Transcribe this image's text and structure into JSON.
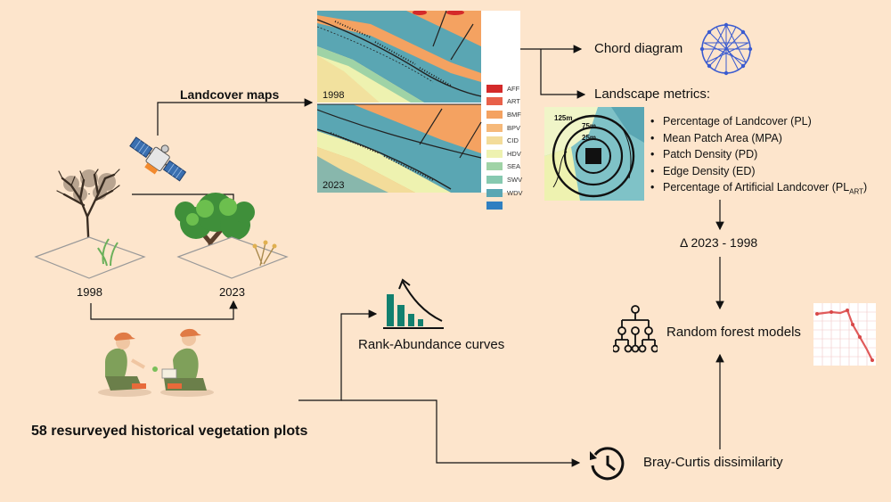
{
  "labels": {
    "landcover_maps": "Landcover maps",
    "chord_diagram": "Chord diagram",
    "landscape_metrics": "Landscape metrics:",
    "delta": "Δ 2023 - 1998",
    "random_forest": "Random forest models",
    "rank_abundance": "Rank-Abundance curves",
    "bray_curtis": "Bray-Curtis dissimilarity",
    "plots": "58 resurveyed historical vegetation plots",
    "year_1998": "1998",
    "year_2023": "2023",
    "map_year_top": "1998",
    "map_year_bottom": "2023"
  },
  "metrics": [
    "Percentage of Landcover (PL)",
    "Mean Patch Area (MPA)",
    "Patch Density (PD)",
    "Edge Density (ED)",
    "Percentage of Artificial Landcover (PL"
  ],
  "metric_subscript": "ART",
  "metric_suffix": ")",
  "buffers": {
    "outer": "125m",
    "middle": "75m",
    "inner": "25m"
  },
  "legend": [
    {
      "code": "AFF",
      "color": "#d42a2a"
    },
    {
      "code": "ART",
      "color": "#e8604a"
    },
    {
      "code": "BMF",
      "color": "#f4a261"
    },
    {
      "code": "BPV",
      "color": "#f6b97a"
    },
    {
      "code": "CID",
      "color": "#f3dc9a"
    },
    {
      "code": "HDV",
      "color": "#eef2b0"
    },
    {
      "code": "SEA",
      "color": "#9fd3a6"
    },
    {
      "code": "SWV",
      "color": "#86c9b0"
    },
    {
      "code": "WDV",
      "color": "#5aa6b3"
    },
    {
      "code": "",
      "color": "#2f7fc1"
    }
  ],
  "colors": {
    "background": "#fde5cc",
    "arrow": "#111111",
    "map_sea": "#5aa6b3",
    "map_land": "#f4a261"
  }
}
